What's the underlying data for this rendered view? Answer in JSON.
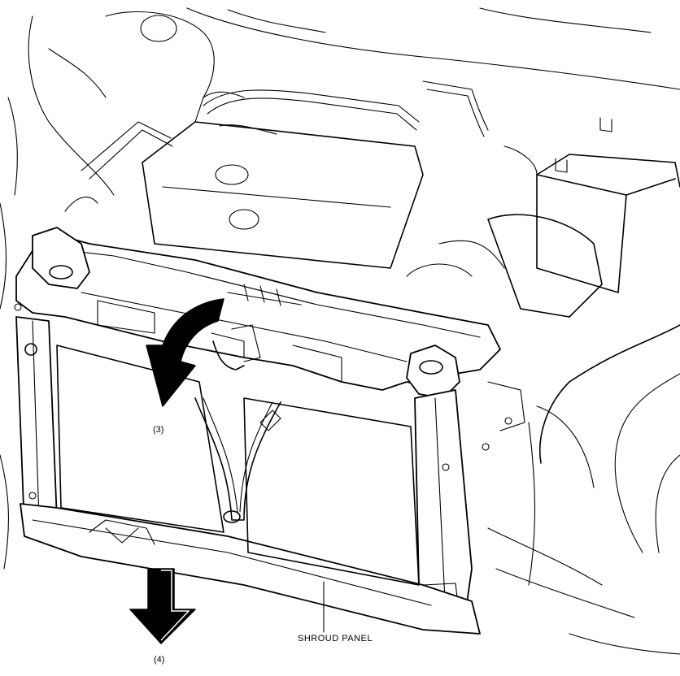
{
  "labels": {
    "step_3": "(3)",
    "step_4": "(4)",
    "part_name": "SHROUD PANEL"
  }
}
